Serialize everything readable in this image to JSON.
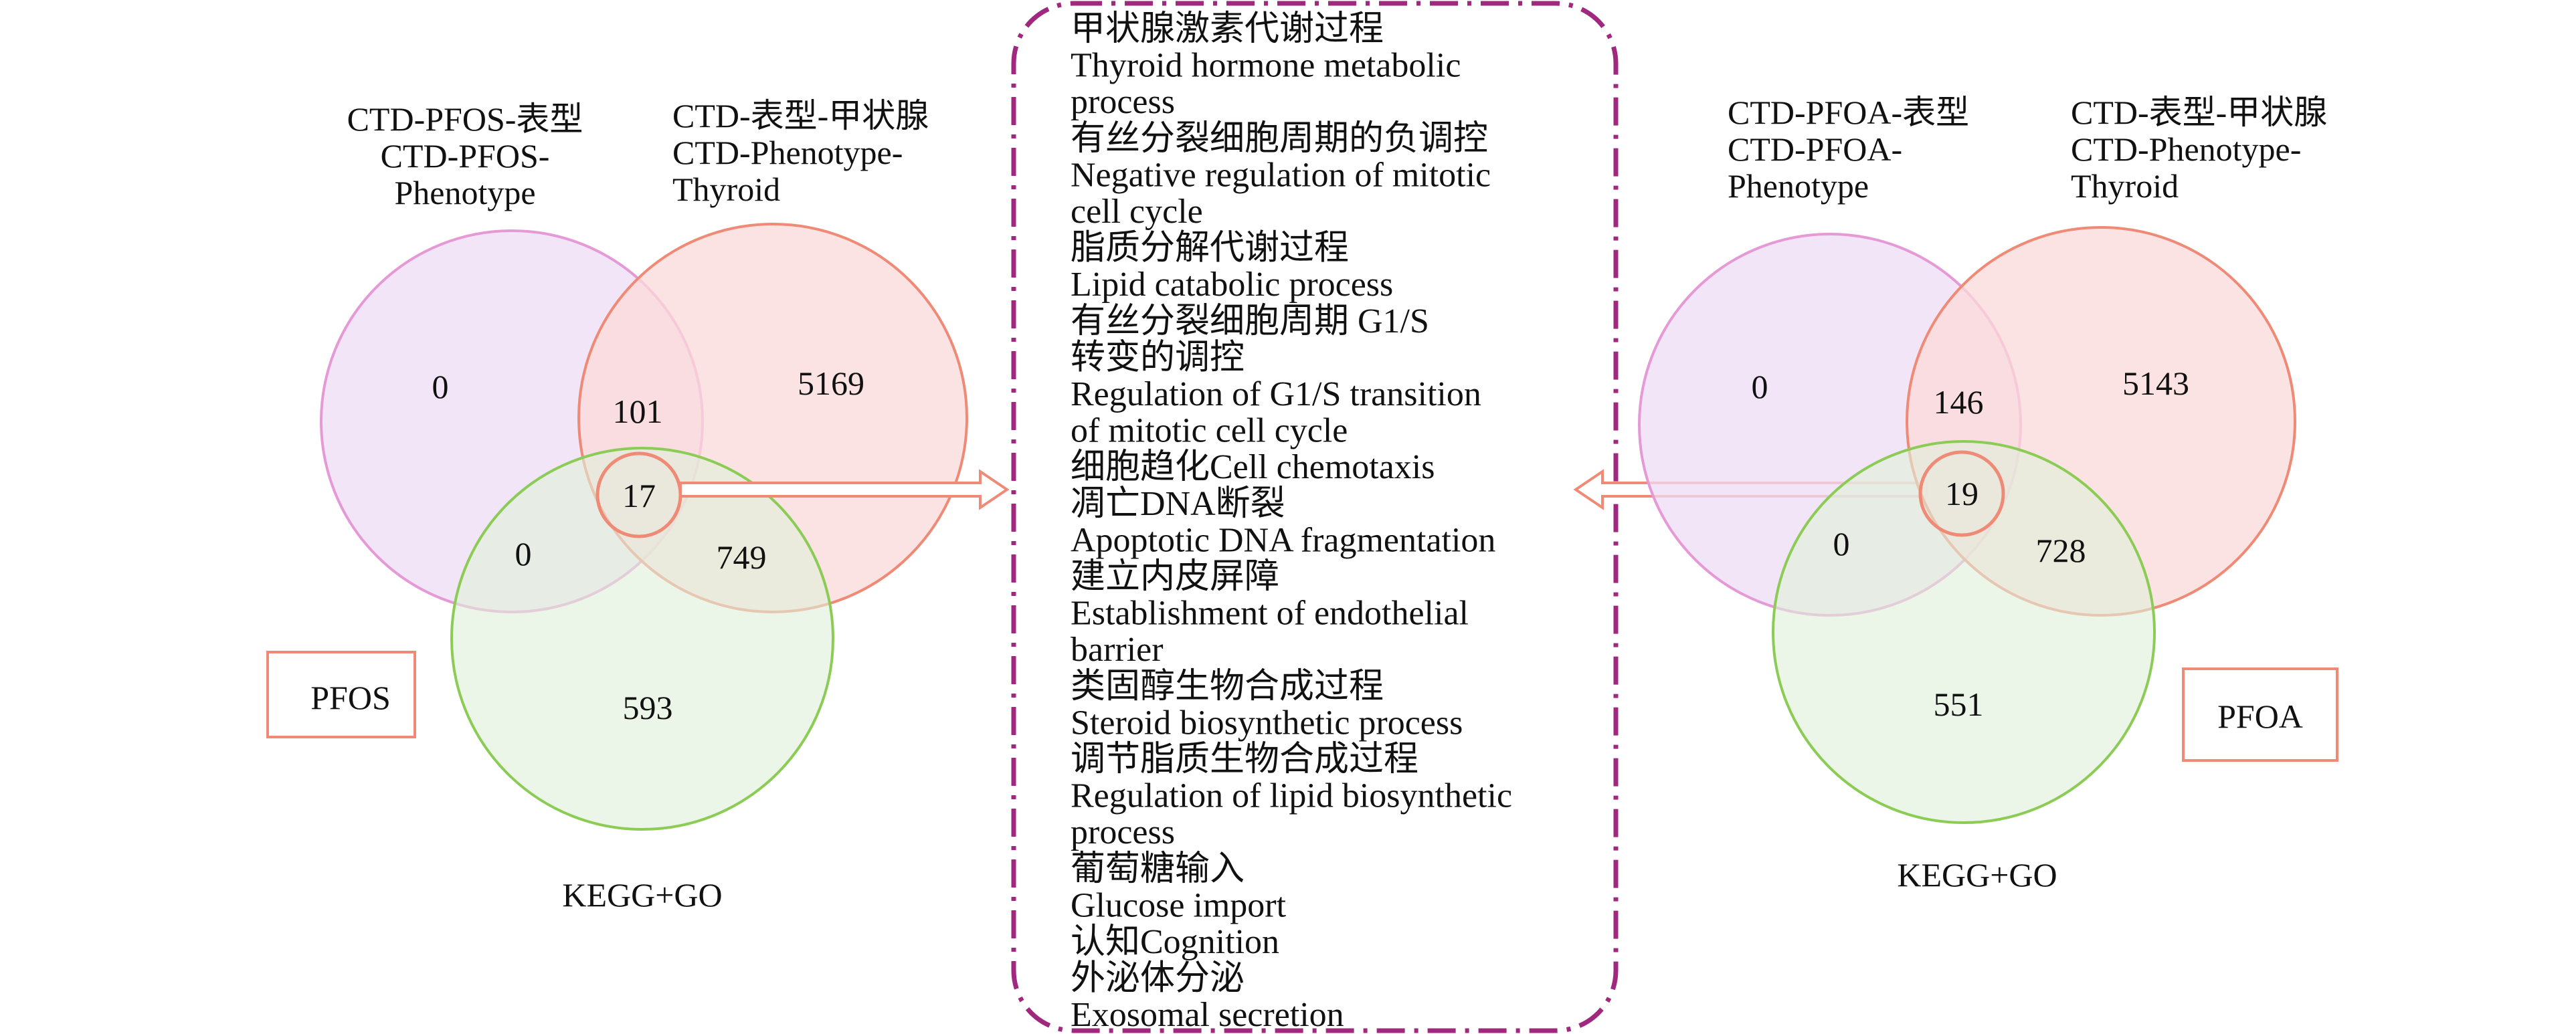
{
  "left_venn": {
    "set_a_label": [
      "CTD-PFOS-表型",
      "CTD-PFOS-",
      "Phenotype"
    ],
    "set_b_label": [
      "CTD-表型-甲状腺",
      "CTD-Phenotype-",
      "Thyroid"
    ],
    "set_c_label": "KEGG+GO",
    "region_values": {
      "a_only": "0",
      "b_only": "5169",
      "c_only": "593",
      "ab": "101",
      "ac": "0",
      "bc": "749",
      "abc": "17"
    },
    "tag": "PFOS"
  },
  "right_venn": {
    "set_a_label": [
      "CTD-PFOA-表型",
      "CTD-PFOA-",
      "Phenotype"
    ],
    "set_b_label": [
      "CTD-表型-甲状腺",
      "CTD-Phenotype-",
      "Thyroid"
    ],
    "set_c_label": "KEGG+GO",
    "region_values": {
      "a_only": "0",
      "b_only": "5143",
      "c_only": "551",
      "ab": "146",
      "ac": "0",
      "bc": "728",
      "abc": "19"
    },
    "tag": "PFOA"
  },
  "pathway_list": [
    "甲状腺激素代谢过程",
    "Thyroid hormone metabolic",
    "process",
    "有丝分裂细胞周期的负调控",
    "Negative regulation of mitotic",
    "cell cycle",
    "脂质分解代谢过程",
    "Lipid catabolic process",
    "有丝分裂细胞周期 G1/S",
    "转变的调控",
    "Regulation of G1/S transition",
    "of mitotic cell cycle",
    "细胞趋化Cell chemotaxis",
    "凋亡DNA断裂",
    "Apoptotic DNA fragmentation",
    "建立内皮屏障",
    "Establishment of endothelial",
    "barrier",
    "类固醇生物合成过程",
    "Steroid biosynthetic process",
    "调节脂质生物合成过程",
    "Regulation of lipid biosynthetic",
    "process",
    "葡萄糖输入",
    "Glucose import",
    "认知Cognition",
    "外泌体分泌",
    "Exosomal secretion"
  ],
  "colors": {
    "set_a_fill": "#eedcf5",
    "set_a_stroke": "#e59ad6",
    "set_b_fill": "#fbd9d9",
    "set_b_stroke": "#ef8a76",
    "set_c_fill": "#dff0d8",
    "set_c_stroke": "#8ccc56",
    "accent": "#ef8a76",
    "list_border": "#a0287f"
  }
}
